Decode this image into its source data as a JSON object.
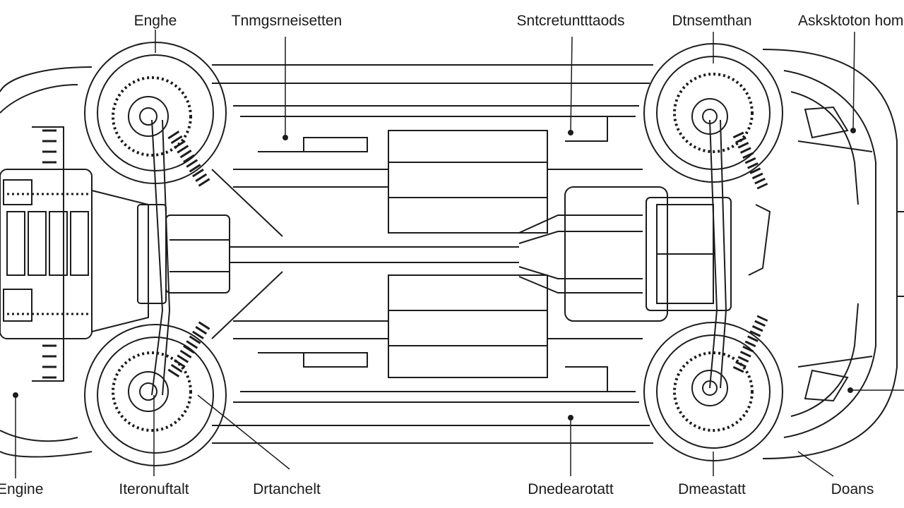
{
  "labels": {
    "top": [
      "Enghe",
      "Tnmgsrneisetten",
      "Sntcretuntttaods",
      "Dtnsemthan",
      "Asksktoton homa"
    ],
    "bottom": [
      "Engine",
      "Iteronuftalt",
      "Drtanchelt",
      "Dnedearotatt",
      "Dmeastatt",
      "Doans"
    ]
  },
  "colors": {
    "line": "#1c1c1c",
    "background": "#ffffff"
  }
}
